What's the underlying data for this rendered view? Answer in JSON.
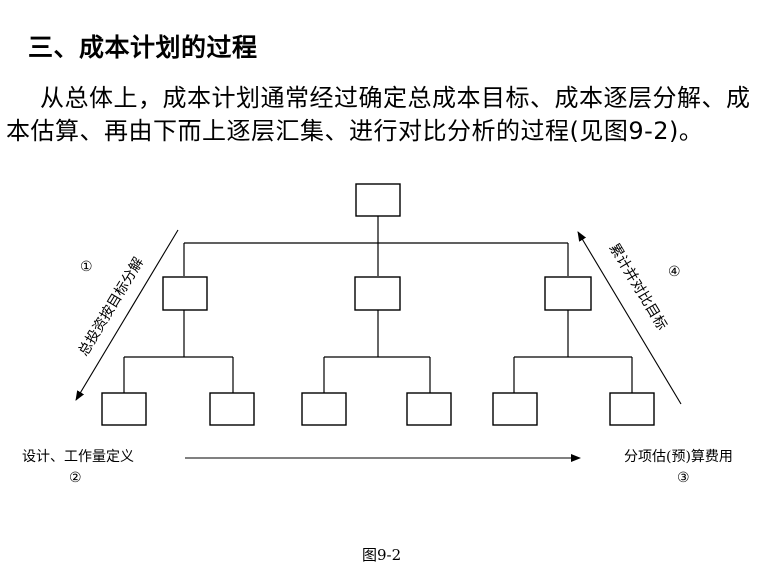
{
  "heading": "三、成本计划的过程",
  "paragraph": "从总体上，成本计划通常经过确定总成本目标、成本逐层分解、成本估算、再由下而上逐层汇集、进行对比分析的过程(见图9-2)。",
  "diagram": {
    "left_arrow_label": "总投资按目标分解",
    "left_step_number": "①",
    "right_arrow_label": "累计并对比目标",
    "right_step_number": "④",
    "bottom_left_label": "设计、工作量定义",
    "bottom_left_number": "②",
    "bottom_right_label": "分项估(预)算费用",
    "bottom_right_number": "③",
    "caption": "图9-2"
  }
}
